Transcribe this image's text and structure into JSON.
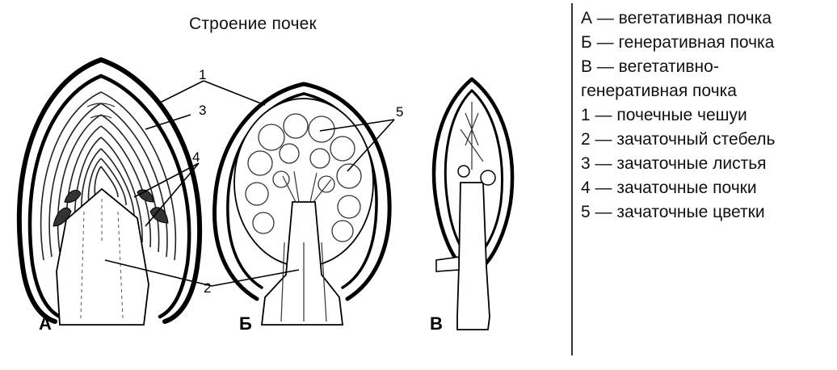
{
  "title": "Строение почек",
  "bud_letters": {
    "a": "А",
    "b": "Б",
    "v": "В"
  },
  "callouts": {
    "n1": "1",
    "n2": "2",
    "n3": "3",
    "n4": "4",
    "n5": "5"
  },
  "legend": [
    "А — вегетативная почка",
    "Б — генеративная почка",
    "В — вегетативно-",
    "генеративная почка",
    "1 — почечные чешуи",
    "2 — зачаточный стебель",
    "3 — зачаточные листья",
    "4 — зачаточные почки",
    "5 — зачаточные цветки"
  ]
}
